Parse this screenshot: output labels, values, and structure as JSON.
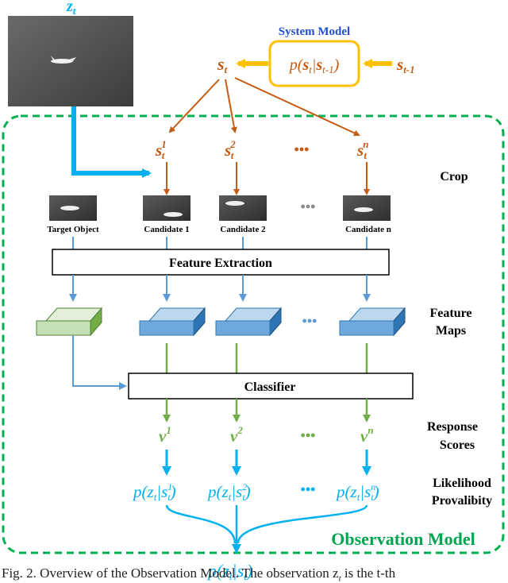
{
  "frame_label": "z",
  "frame_label_sub": "t",
  "system_model": {
    "title": "System Model",
    "formula_p": "p(",
    "formula_s": "s",
    "formula_t": "t",
    "formula_bar": "|",
    "formula_s2": "s",
    "formula_t1": "t-1",
    "formula_close": ")"
  },
  "state_top": {
    "s": "s",
    "sub": "t"
  },
  "state_prev": {
    "s": "s",
    "sub": "t-1"
  },
  "particles": [
    {
      "s": "s",
      "sub": "t",
      "sup": "1"
    },
    {
      "s": "s",
      "sub": "t",
      "sup": "2"
    },
    {
      "s": "s",
      "sub": "t",
      "sup": "n"
    }
  ],
  "ellipsis": "•••",
  "side_labels": {
    "crop": "Crop",
    "feature_maps_1": "Feature",
    "feature_maps_2": "Maps",
    "response_1": "Response",
    "response_2": "Scores",
    "likelihood_1": "Likelihood",
    "likelihood_2": "Provalibity"
  },
  "patches": [
    {
      "label": "Target Object"
    },
    {
      "label": "Candidate 1"
    },
    {
      "label": "Candidate 2"
    },
    {
      "label": "Candidate n"
    }
  ],
  "feature_extraction": "Feature Extraction",
  "classifier": "Classifier",
  "scores": [
    {
      "v": "v",
      "sup": "1"
    },
    {
      "v": "v",
      "sup": "2"
    },
    {
      "v": "v",
      "sup": "n"
    }
  ],
  "likelihoods": [
    {
      "p": "p(",
      "z": "z",
      "t": "t",
      "bar": "|",
      "s": "s",
      "sup": "1",
      "sub": "t",
      "close": ")"
    },
    {
      "p": "p(",
      "z": "z",
      "t": "t",
      "bar": "|",
      "s": "s",
      "sup": "2",
      "sub": "t",
      "close": ")"
    },
    {
      "p": "p(",
      "z": "z",
      "t": "t",
      "bar": "|",
      "s": "s",
      "sup": "n",
      "sub": "t",
      "close": ")"
    }
  ],
  "final": {
    "p": "p(",
    "z": "z",
    "t": "t",
    "bar": "|",
    "s": "s",
    "sub": "t",
    "close": ")"
  },
  "observation_model": "Observation Model",
  "caption": "Fig. 2.   Overview of the Observation Model. The observation z",
  "caption_sub": "t",
  "caption_tail": " is the t-th",
  "colors": {
    "orange": "#c55a11",
    "gold": "#ffc000",
    "blue_title": "#1f4fd0",
    "cyan": "#00b0f0",
    "green_dash": "#00b050",
    "green_text": "#70ad47",
    "steel": "#5b9bd5",
    "obs_green": "#00a550"
  }
}
